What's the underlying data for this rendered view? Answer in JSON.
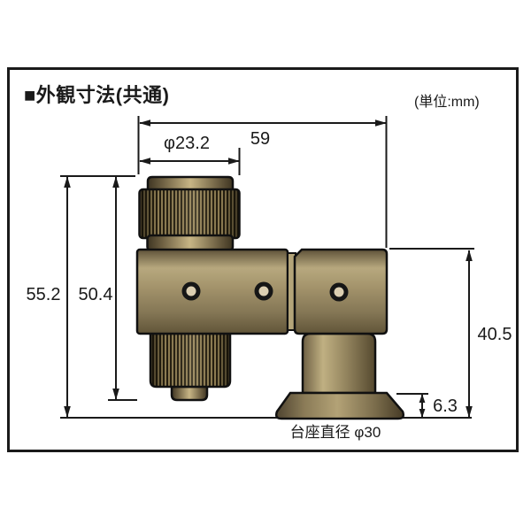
{
  "header": {
    "marker": "■",
    "title": "外観寸法(共通)",
    "unit": "(単位:mm)"
  },
  "dimensions": {
    "total_width": "59",
    "knob_diameter": "φ23.2",
    "total_height": "55.2",
    "body_height": "50.4",
    "right_height": "40.5",
    "base_height": "6.3",
    "base_diameter_label": "台座直径 φ30"
  },
  "colors": {
    "outline": "#1a1a1a",
    "brass_light": "#c7b585",
    "brass_mid": "#9c8c64",
    "brass_dark": "#564a31",
    "knurl_dark": "#241e10",
    "knurl_light": "#8d7c52",
    "hole_ring": "#161616",
    "hole_center": "#dccfb2"
  }
}
